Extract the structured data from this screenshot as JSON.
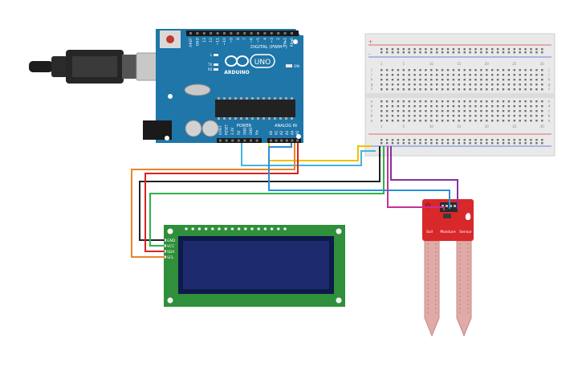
{
  "arduino": {
    "brand": "ARDUINO",
    "model": "UNO",
    "digital_header_label": "DIGITAL (PWM~)",
    "power_label": "POWER",
    "analog_label": "ANALOG IN",
    "on_label": "ON",
    "l_label": "L",
    "tx_label": "TX",
    "rx_label": "RX",
    "digital_pins": [
      "AREF",
      "GND",
      "13",
      "12",
      "~11",
      "~10",
      "~9",
      "8",
      "7",
      "~6",
      "~5",
      "4",
      "~3",
      "2",
      "TX▸1",
      "RX◂0"
    ],
    "power_pins": [
      "IOREF",
      "RESET",
      "3.3V",
      "5V",
      "GND",
      "GND",
      "Vin"
    ],
    "analog_pins": [
      "A0",
      "A1",
      "A2",
      "A3",
      "A4",
      "A5"
    ]
  },
  "breadboard": {
    "row_letters_top": [
      "j",
      "i",
      "h",
      "g",
      "f"
    ],
    "row_letters_bottom": [
      "e",
      "d",
      "c",
      "b",
      "a"
    ],
    "column_numbers": [
      "1",
      "",
      "",
      "",
      "5",
      "",
      "",
      "",
      "",
      "10",
      "",
      "",
      "",
      "",
      "15",
      "",
      "",
      "",
      "",
      "20",
      "",
      "",
      "",
      "",
      "25",
      "",
      "",
      "",
      "",
      "30"
    ],
    "rail_plus": "+",
    "rail_minus": "-"
  },
  "lcd": {
    "pin_labels": [
      "GND",
      "VCC",
      "SDA",
      "SCL"
    ]
  },
  "sensor": {
    "label_words": [
      "Soil",
      "Moisture",
      "Sensor"
    ]
  },
  "colors": {
    "arduino_board": "#1f76a8",
    "lcd_board": "#2f8f3a",
    "lcd_screen": "#1d2a6e",
    "sensor_board": "#d8282a",
    "breadboard": "#e9e9e9",
    "wire_yellow": "#f2c200",
    "wire_cyan": "#44b4e0",
    "wire_orange": "#e8872b",
    "wire_black": "#222222",
    "wire_red": "#d92222",
    "wire_green": "#2fb34a",
    "wire_blue": "#2a8fd9",
    "wire_purple": "#8a2fa0",
    "wire_magenta": "#c4309a"
  }
}
